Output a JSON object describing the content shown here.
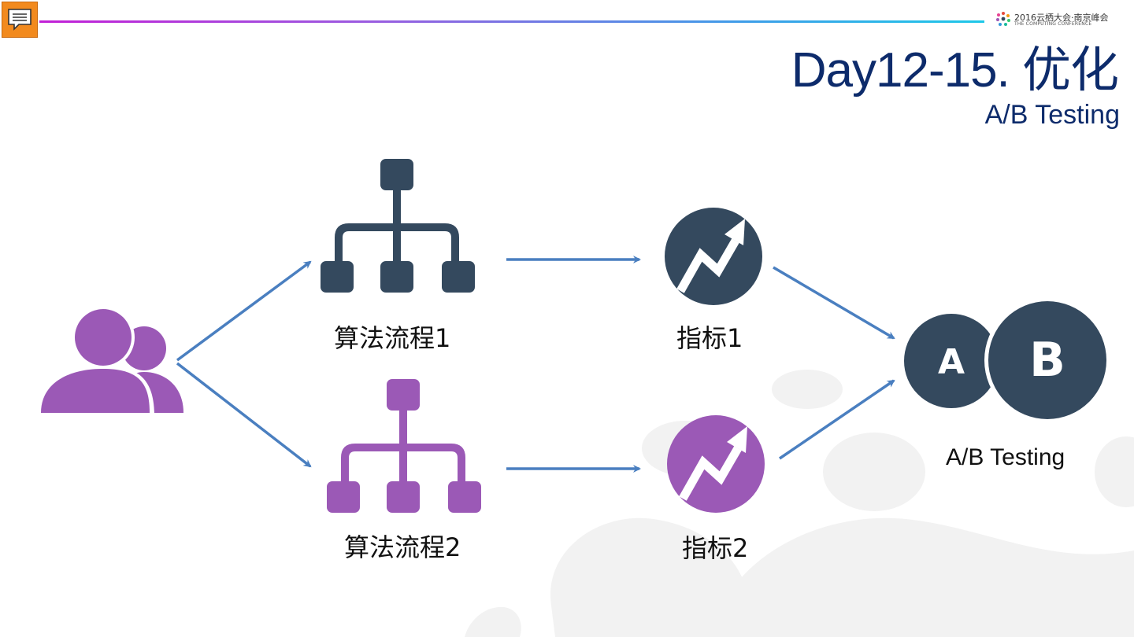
{
  "header": {
    "title": "Day12-15. 优化",
    "subtitle": "A/B Testing",
    "logo_line1": "2016云栖大会·南京峰会",
    "logo_line2": "THE COMPUTING CONFERENCE"
  },
  "diagram": {
    "flow1_label": "算法流程1",
    "flow2_label": "算法流程2",
    "metric1_label": "指标1",
    "metric2_label": "指标2",
    "ab_label": "A/B Testing",
    "ab_letter_a": "A",
    "ab_letter_b": "B"
  },
  "colors": {
    "dark_icon": "#34495e",
    "purple_icon": "#9b59b6",
    "arrow": "#4a7fc0",
    "title": "#0d2b6b",
    "comment_button": "#f28a1e"
  },
  "icons": {
    "comment": "comment-icon",
    "users": "users-icon",
    "hierarchy": "hierarchy-icon",
    "trend": "trend-icon"
  }
}
